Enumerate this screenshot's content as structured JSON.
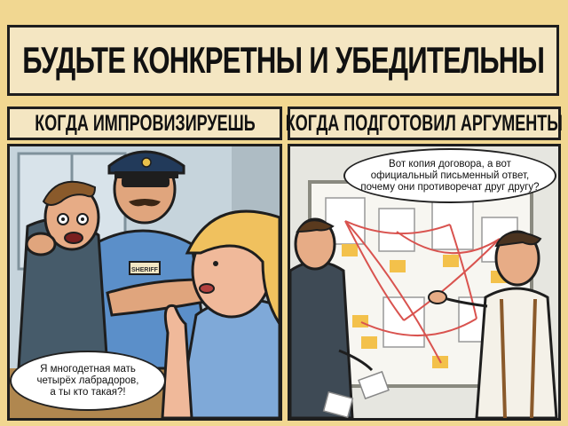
{
  "comic": {
    "title": "БУДЬТЕ КОНКРЕТНЫ И УБЕДИТЕЛЬНЫ",
    "left_panel": {
      "label": "КОГДА ИМПРОВИЗИРУЕШЬ",
      "speech": [
        "Я многодетная мать",
        "четырёх лабрадоров,",
        "а ты кто такая?!"
      ],
      "badge_text": "SHERIFF"
    },
    "right_panel": {
      "label": "КОГДА ПОДГОТОВИЛ АРГУМЕНТЫ",
      "speech": [
        "Вот копия договора, а вот",
        "официальный письменный ответ,",
        "почему они противоречат друг другу?"
      ]
    }
  },
  "colors": {
    "background": "#f1d791",
    "banner": "#f4e6c2",
    "outline": "#1e1e1e",
    "police_blue": "#5b8fc9",
    "red_string": "#d9534f",
    "sticky_note": "#f3c14b"
  }
}
